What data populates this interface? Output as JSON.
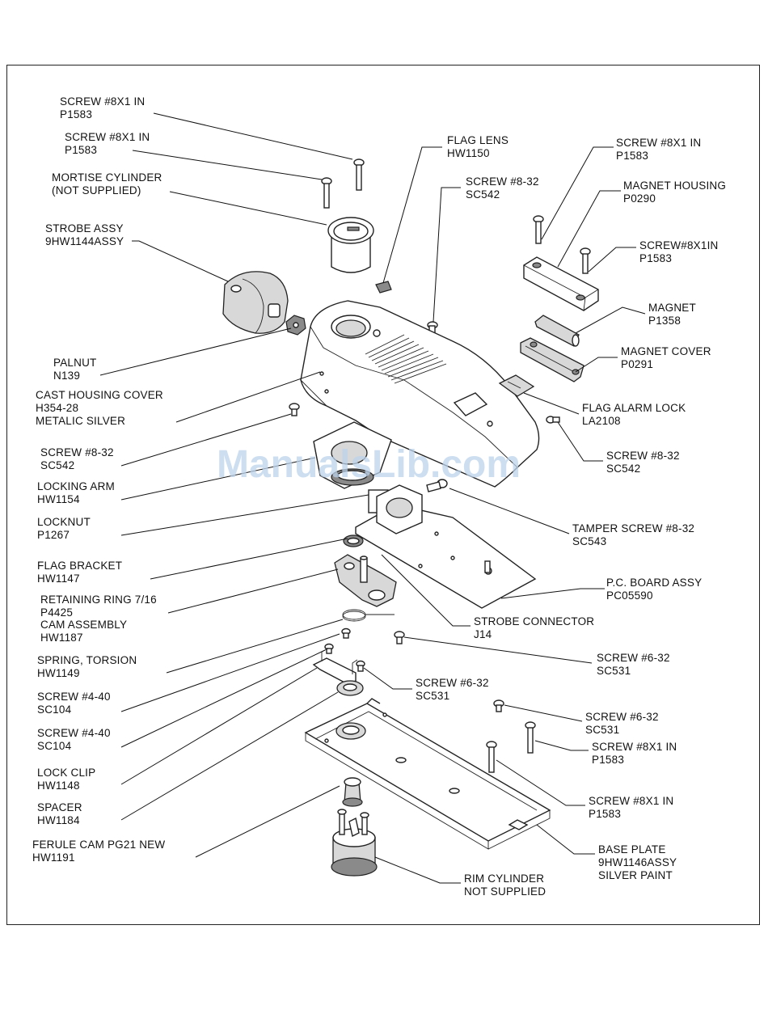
{
  "watermark": "ManualsLib.com",
  "labels": {
    "screw_8x1_a": [
      "SCREW #8X1 IN",
      "P1583"
    ],
    "screw_8x1_b": [
      "SCREW #8X1 IN",
      "P1583"
    ],
    "mortise_cylinder": [
      "MORTISE CYLINDER",
      "(NOT SUPPLIED)"
    ],
    "strobe_assy": [
      "STROBE ASSY",
      "9HW1144ASSY"
    ],
    "palnut": [
      "PALNUT",
      "N139"
    ],
    "cast_housing_cover": [
      "CAST HOUSING COVER",
      "H354-28",
      "METALIC  SILVER"
    ],
    "screw_8_32_left": [
      "SCREW #8-32",
      "SC542"
    ],
    "locking_arm": [
      "LOCKING ARM",
      "HW1154"
    ],
    "locknut": [
      "LOCKNUT",
      "P1267"
    ],
    "flag_bracket": [
      "FLAG BRACKET",
      "HW1147"
    ],
    "retaining_ring": [
      "RETAINING RING 7/16",
      "P4425"
    ],
    "cam_assembly": [
      "CAM ASSEMBLY",
      "HW1187"
    ],
    "spring_torsion": [
      "SPRING, TORSION",
      "HW1149"
    ],
    "screw_4_40_a": [
      "SCREW #4-40",
      "SC104"
    ],
    "screw_4_40_b": [
      "SCREW #4-40",
      "SC104"
    ],
    "lock_clip": [
      "LOCK CLIP",
      "HW1148"
    ],
    "spacer": [
      "SPACER",
      "HW1184"
    ],
    "ferule_cam": [
      "FERULE CAM PG21 NEW",
      "HW1191"
    ],
    "flag_lens": [
      "FLAG LENS",
      "HW1150"
    ],
    "screw_8_32_top": [
      "SCREW #8-32",
      "SC542"
    ],
    "screw_8x1_right": [
      "SCREW #8X1 IN",
      "P1583"
    ],
    "magnet_housing": [
      "MAGNET HOUSING",
      "P0290"
    ],
    "screw_8x1in_right2": [
      "SCREW#8X1IN",
      "P1583"
    ],
    "magnet": [
      "MAGNET",
      "P1358"
    ],
    "magnet_cover": [
      "MAGNET COVER",
      "P0291"
    ],
    "flag_alarm_lock": [
      "FLAG ALARM LOCK",
      "LA2108"
    ],
    "screw_8_32_right": [
      "SCREW #8-32",
      "SC542"
    ],
    "tamper_screw": [
      "TAMPER SCREW #8-32",
      "SC543"
    ],
    "pc_board": [
      "P.C. BOARD ASSY",
      "PC05590"
    ],
    "strobe_connector": [
      "STROBE CONNECTOR",
      "J14"
    ],
    "screw_6_32_a": [
      "SCREW #6-32",
      "SC531"
    ],
    "screw_6_32_mid": [
      "SCREW #6-32",
      "SC531"
    ],
    "screw_6_32_b": [
      "SCREW #6-32",
      "SC531"
    ],
    "screw_8x1_c": [
      "SCREW #8X1 IN",
      "P1583"
    ],
    "screw_8x1_d": [
      "SCREW #8X1 IN",
      "P1583"
    ],
    "base_plate": [
      "BASE PLATE",
      "9HW1146ASSY",
      "SILVER PAINT"
    ],
    "rim_cylinder": [
      "RIM CYLINDER",
      "NOT SUPPLIED"
    ]
  }
}
